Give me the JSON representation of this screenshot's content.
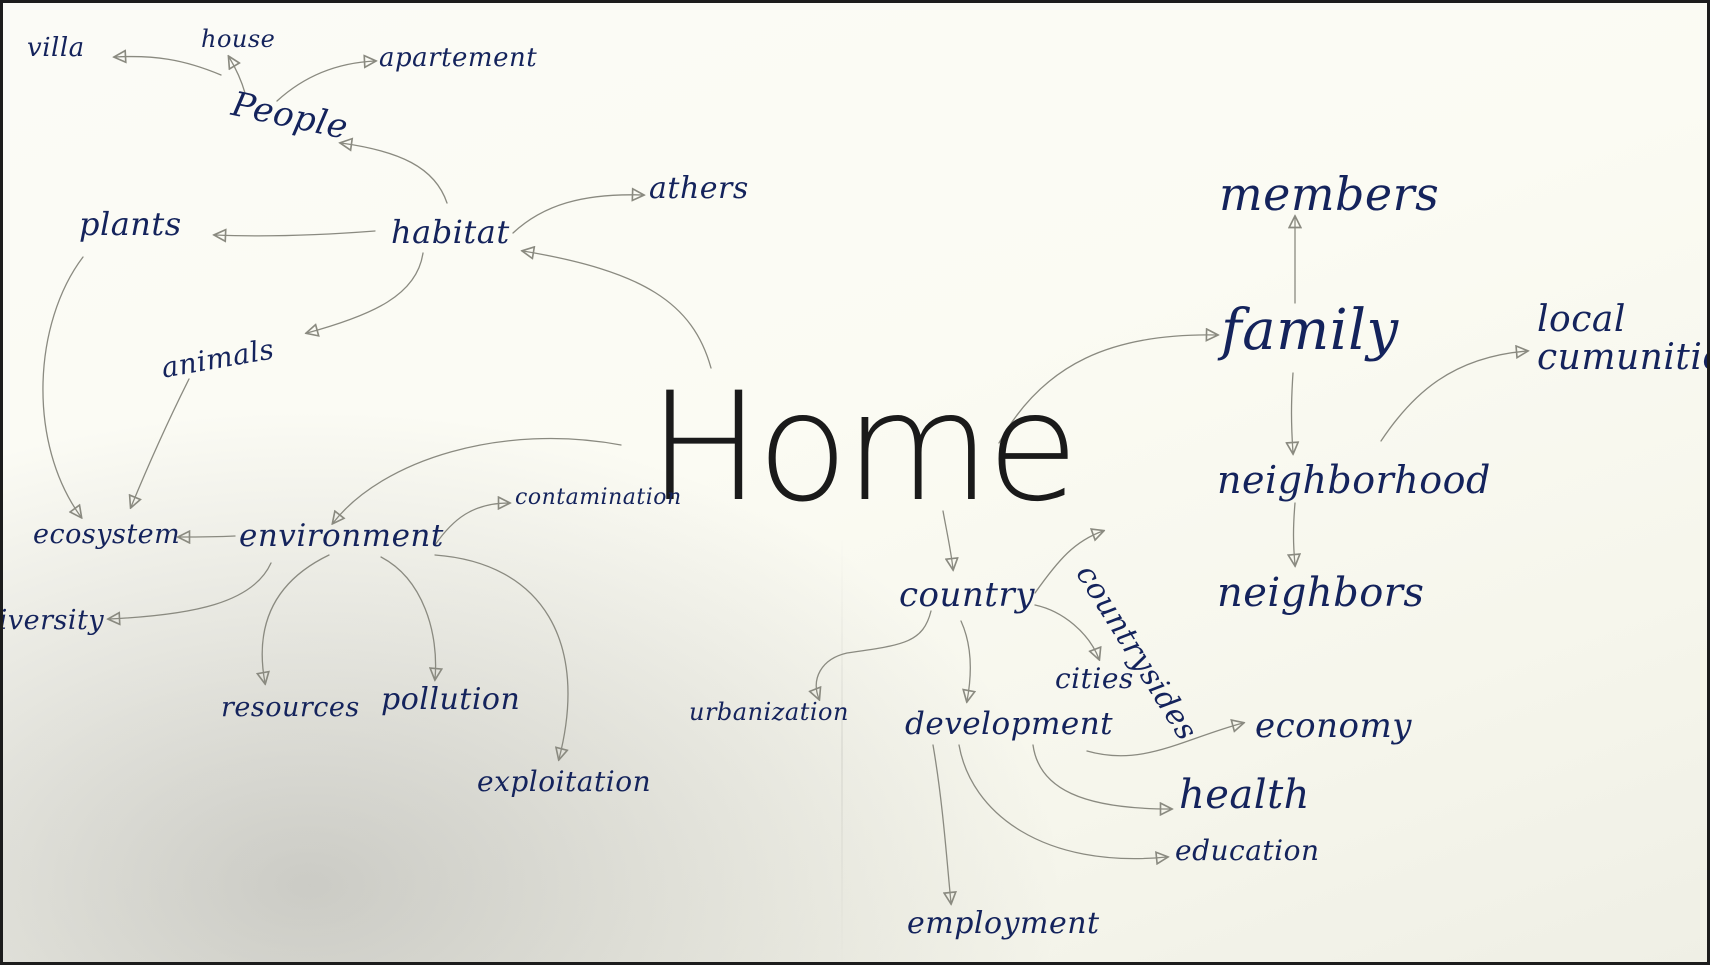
{
  "center": "Home",
  "nodes": {
    "villa": "villa",
    "house": "house",
    "apartement": "apartement",
    "people": "People",
    "plants": "plants",
    "habitat": "habitat",
    "others": "athers",
    "animals": "animals",
    "ecosystem": "ecosystem",
    "environment": "environment",
    "contamination": "contamination",
    "diversity": "diversity",
    "resources": "resources",
    "pollution": "pollution",
    "exploitation": "exploitation",
    "members": "members",
    "family": "family",
    "local_communities_1": "local",
    "local_communities_2": "cumunities",
    "neighborhood": "neighborhood",
    "neighbors": "neighbors",
    "countryside": "countrysides",
    "country": "country",
    "cities": "cities",
    "urbanization": "urbanization",
    "development": "development",
    "economy": "economy",
    "health": "health",
    "education": "education",
    "employment": "employment"
  },
  "colors": {
    "ink_blue": "#14235c",
    "ink_black": "#1a1a1a",
    "arrow_gray": "#8a8a80",
    "paper": "#fbfbf3"
  }
}
